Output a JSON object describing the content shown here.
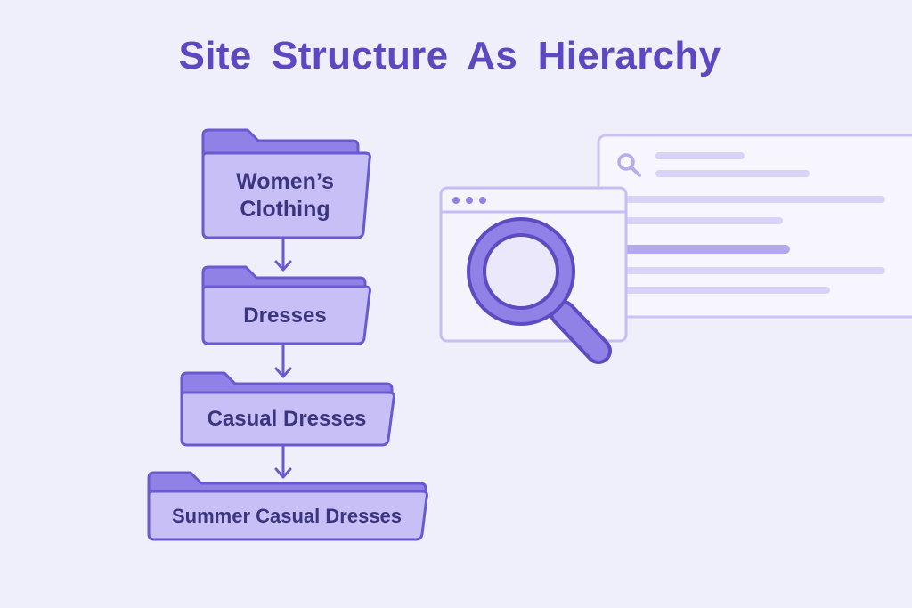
{
  "title": "Site  Structure  As Hierarchy",
  "hierarchy": [
    {
      "label": "Women’s Clothing",
      "icon": "folder-icon"
    },
    {
      "label": "Dresses",
      "icon": "folder-icon"
    },
    {
      "label": "Casual Dresses",
      "icon": "folder-icon"
    },
    {
      "label": "Summer Casual Dresses",
      "icon": "folder-icon"
    }
  ],
  "illustration": {
    "icons": [
      "browser-window-icon",
      "magnifying-glass-icon",
      "search-results-page-icon",
      "search-icon"
    ]
  },
  "colors": {
    "background": "#efeffb",
    "title": "#5d48c2",
    "folder_fill": "#c8bff7",
    "folder_tab": "#8f81e6",
    "outline": "#6a5ad0",
    "label_text": "#3a3580"
  }
}
